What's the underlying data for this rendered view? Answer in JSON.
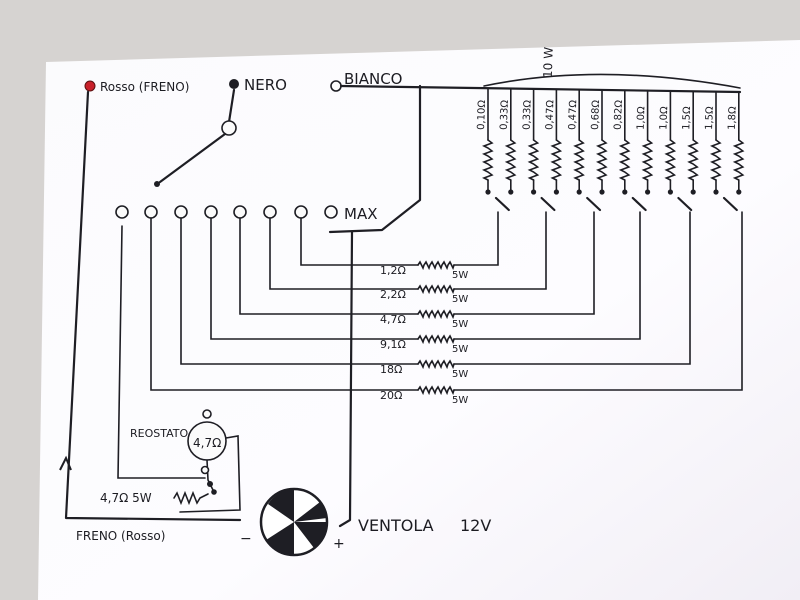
{
  "labels": {
    "rosso_freno": "Rosso (FRENO)",
    "nero": "NERO",
    "bianco": "BIANCO",
    "max": "MAX",
    "top_count": "10 W",
    "reostato": "REOSTATO",
    "reostato_value": "4,7Ω",
    "fixed_resistor": "4,7Ω 5W",
    "freno_rosso": "FRENO (Rosso)",
    "ventola": "VENTOLA",
    "ventola_voltage": "12V",
    "minus": "−",
    "plus": "+"
  },
  "top_resistors": [
    "0,10Ω",
    "0,33Ω",
    "0,33Ω",
    "0,47Ω",
    "0,47Ω",
    "0,68Ω",
    "0,82Ω",
    "1,0Ω",
    "1,0Ω",
    "1,5Ω",
    "1,5Ω",
    "1,8Ω"
  ],
  "ladder_resistors": [
    {
      "value": "1,2Ω",
      "power": "5W"
    },
    {
      "value": "2,2Ω",
      "power": "5W"
    },
    {
      "value": "4,7Ω",
      "power": "5W"
    },
    {
      "value": "9,1Ω",
      "power": "5W"
    },
    {
      "value": "18Ω",
      "power": "5W"
    },
    {
      "value": "20Ω",
      "power": "5W"
    }
  ],
  "colors": {
    "paper": "#fdfdff",
    "ink": "#1e1e24",
    "red_terminal": "#c8202a",
    "background": "#d9d6d4"
  }
}
